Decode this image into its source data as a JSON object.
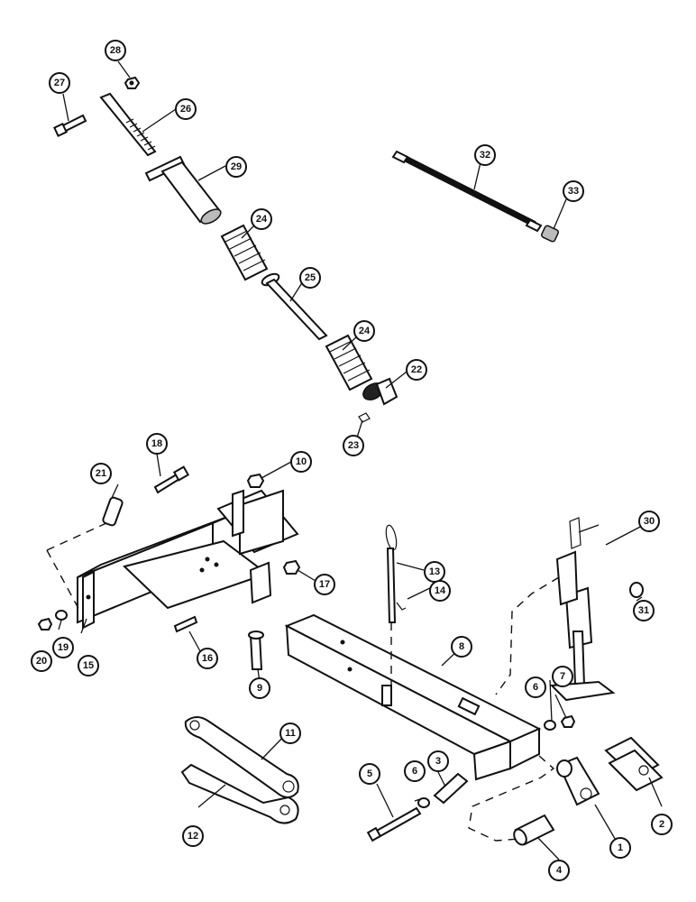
{
  "callouts": [
    {
      "id": "c1",
      "label": "1"
    },
    {
      "id": "c2",
      "label": "2"
    },
    {
      "id": "c3",
      "label": "3"
    },
    {
      "id": "c4",
      "label": "4"
    },
    {
      "id": "c5",
      "label": "5"
    },
    {
      "id": "c6a",
      "label": "6"
    },
    {
      "id": "c6b",
      "label": "6"
    },
    {
      "id": "c7",
      "label": "7"
    },
    {
      "id": "c8",
      "label": "8"
    },
    {
      "id": "c9",
      "label": "9"
    },
    {
      "id": "c10",
      "label": "10"
    },
    {
      "id": "c11",
      "label": "11"
    },
    {
      "id": "c12",
      "label": "12"
    },
    {
      "id": "c13",
      "label": "13"
    },
    {
      "id": "c14",
      "label": "14"
    },
    {
      "id": "c15",
      "label": "15"
    },
    {
      "id": "c16",
      "label": "16"
    },
    {
      "id": "c17",
      "label": "17"
    },
    {
      "id": "c18",
      "label": "18"
    },
    {
      "id": "c19",
      "label": "19"
    },
    {
      "id": "c20",
      "label": "20"
    },
    {
      "id": "c21",
      "label": "21"
    },
    {
      "id": "c22",
      "label": "22"
    },
    {
      "id": "c23",
      "label": "23"
    },
    {
      "id": "c24a",
      "label": "24"
    },
    {
      "id": "c24b",
      "label": "24"
    },
    {
      "id": "c25",
      "label": "25"
    },
    {
      "id": "c26",
      "label": "26"
    },
    {
      "id": "c27",
      "label": "27"
    },
    {
      "id": "c28",
      "label": "28"
    },
    {
      "id": "c29",
      "label": "29"
    },
    {
      "id": "c30",
      "label": "30"
    },
    {
      "id": "c31",
      "label": "31"
    },
    {
      "id": "c32",
      "label": "32"
    },
    {
      "id": "c33",
      "label": "33"
    }
  ]
}
